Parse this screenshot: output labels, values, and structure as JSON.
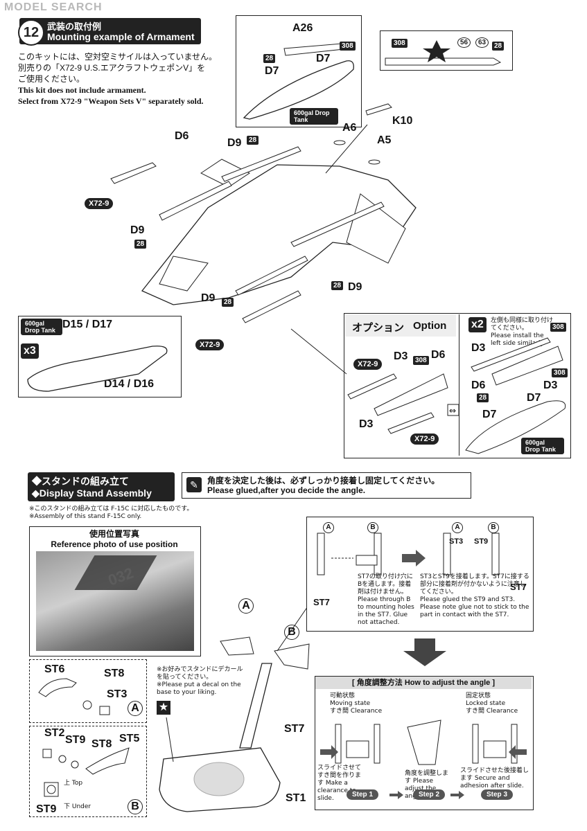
{
  "watermark": "MODEL SEARCH",
  "step12": {
    "number": "12",
    "title_jp": "武装の取付例",
    "title_en": "Mounting example of Armament",
    "note_jp_1": "このキットには、空対空ミサイルは入っていません。",
    "note_jp_2": "別売りの「X72-9 U.S.エアクラフトウェポンV」を",
    "note_jp_3": "ご使用ください。",
    "note_en_1": "This kit does not include armament.",
    "note_en_2": "Select from X72-9 \"Weapon Sets V\" separately sold."
  },
  "parts": {
    "A26": "A26",
    "D7": "D7",
    "D7b": "D7",
    "n28a": "28",
    "n308a": "308",
    "tank_label": "600gal Drop Tank",
    "n308b": "308",
    "n56": "56",
    "n63": "63",
    "n28b": "28",
    "K10": "K10",
    "A6": "A6",
    "A5": "A5",
    "D6": "D6",
    "D9a": "D9",
    "n28c": "28",
    "X729a": "X72-9",
    "D9b": "D9",
    "n28d": "28",
    "D9c": "D9",
    "n28e": "28",
    "D9d": "D9",
    "n28f": "28",
    "X729b": "X72-9"
  },
  "tankbox": {
    "tank_label": "600gal Drop Tank",
    "top": "D15 / D17",
    "bottom": "D14 / D16",
    "mult": "x3"
  },
  "option": {
    "title_jp": "オプション",
    "title_en": "Option",
    "x729a": "X72-9",
    "D3a": "D3",
    "n308": "308",
    "D6": "D6",
    "D3b": "D3",
    "x729b": "X72-9",
    "mult": "x2",
    "note_jp": "左側も同様に取り付けてください。",
    "note_en": "Please install the left side similarly.",
    "r_n308a": "308",
    "r_D3a": "D3",
    "r_D6": "D6",
    "r_n308b": "308",
    "r_D3b": "D3",
    "r_n28": "28",
    "r_D7a": "D7",
    "r_D7b": "D7",
    "tank_label": "600gal Drop Tank"
  },
  "stand": {
    "title_jp": "◆スタンドの組み立て",
    "title_en": "◆Display Stand Assembly",
    "glue_jp": "角度を決定した後は、必ずしっかり接着し固定してください。",
    "glue_en": "Please glued,after you decide the angle.",
    "note_jp": "※このスタンドの組み立ては F-15C に対応したものです。",
    "note_en": "※Assembly of this stand F-15C only.",
    "photo_jp": "使用位置写真",
    "photo_en": "Reference photo of use position",
    "photo_num": "032",
    "A": "A",
    "B": "B",
    "ST6": "ST6",
    "ST8a": "ST8",
    "ST3": "ST3",
    "ST2": "ST2",
    "ST9a": "ST9",
    "ST8b": "ST8",
    "ST5": "ST5",
    "top_jp": "上",
    "top_en": "Top",
    "under_jp": "下",
    "under_en": "Under",
    "ST9b": "ST9",
    "decal_jp": "※お好みでスタンドにデカールを貼ってください。",
    "decal_en": "※Please put a decal on the base to your liking.",
    "ST7": "ST7",
    "ST1": "ST1",
    "d_ST7": "ST7",
    "d_ST3": "ST3",
    "d_ST9": "ST9",
    "d_ST7b": "ST7",
    "d_note1_jp": "ST7の取り付け穴にBを通します。接着剤は付けません。",
    "d_note1_en": "Please through B to mounting holes in the ST7. Glue not attached.",
    "d_note2_jp": "ST3とST9を接着します。ST7に接する部分に接着剤が付かないように注意してください。",
    "d_note2_en": "Please glued the ST9 and ST3. Please note glue not to stick to the part in contact with the ST7.",
    "angle_title_jp": "[ 角度調整方法",
    "angle_title_en": "How to adjust the angle ]",
    "moving_jp": "可動状態",
    "moving_en": "Moving state",
    "locked_jp": "固定状態",
    "locked_en": "Locked state",
    "clearance": "すき間 Clearance",
    "step1_note": "スライドさせてすき間を作ります Make a clearance to slide.",
    "step2_note": "角度を調整します Please adjust the angle.",
    "step3_note": "スライドさせた後接着します Secure and adhesion after slide.",
    "step1": "Step 1",
    "step2": "Step 2",
    "step3": "Step 3"
  }
}
